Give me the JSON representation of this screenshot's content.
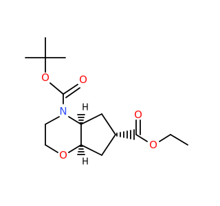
{
  "molecule": {
    "colors": {
      "bond": "#000000",
      "oxygen": "#ff0d0d",
      "nitrogen": "#3050f8",
      "hydrogen": "#000000"
    },
    "atoms": {
      "o_carbonyl_boc": "O",
      "o_ester_boc": "O",
      "n_ring": "N",
      "o_ring": "O",
      "o_carbonyl_ethyl": "O",
      "o_ester_ethyl": "O",
      "h_stereo_top": "H",
      "h_stereo_bottom": "H"
    }
  }
}
